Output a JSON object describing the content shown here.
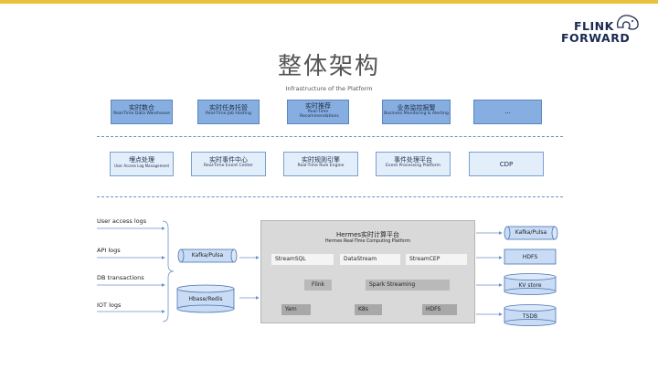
{
  "colors": {
    "accent_bar": "#e8c23c",
    "logo": "#1a2a52",
    "top_row_box": "#86aee0",
    "mid_row_box": "#e3eefb",
    "platform_bg": "#d9d9d9",
    "storage": "#c9dcf5"
  },
  "logo": {
    "line1": "FLINK",
    "line2": "FORWARD",
    "icon": "squirrel-icon"
  },
  "title": "整体架构",
  "subtitle": "Infrastructure of the Platform",
  "top_row": [
    {
      "zh": "实时数仓",
      "en": "Real-Time Data Warehouse"
    },
    {
      "zh": "实时任务托管",
      "en": "Real-Time Job Hosting"
    },
    {
      "zh": "实时推荐",
      "en": "Real-Time Recommendations"
    },
    {
      "zh": "业务监控报警",
      "en": "Business Monitoring & Alerting"
    },
    {
      "zh": "...",
      "en": ""
    }
  ],
  "middle_row": [
    {
      "zh": "埋点处理",
      "en": "User Access Log Management"
    },
    {
      "zh": "实时事件中心",
      "en": "Real-Time Event Center"
    },
    {
      "zh": "实时规则引擎",
      "en": "Real-Time Rule Engine"
    },
    {
      "zh": "事件处理平台",
      "en": "Event Processing Platform"
    },
    {
      "zh": "CDP",
      "en": ""
    }
  ],
  "sources": [
    "User access logs",
    "API logs",
    "DB transactions",
    "IOT logs"
  ],
  "ingest": {
    "queue": "Kafka/Pulsa",
    "store": "Hbase/Redis"
  },
  "platform": {
    "title_zh": "Hermes实时计算平台",
    "title_en": "Hermes Real-Time Computing Platform",
    "row1": [
      "StreamSQL",
      "DataStream",
      "StreamCEP"
    ],
    "row2": [
      "Flink",
      "Spark Streaming"
    ],
    "row3": [
      "Yarn",
      "K8s",
      "HDFS"
    ]
  },
  "sinks": [
    "Kafka/Pulsa",
    "HDFS",
    "KV store",
    "TSDB"
  ]
}
